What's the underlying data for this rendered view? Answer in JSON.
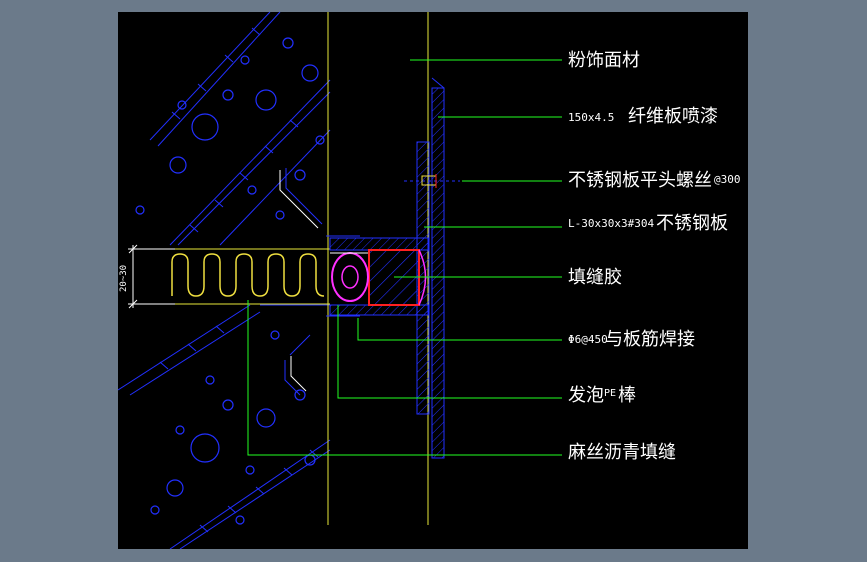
{
  "colors": {
    "background": "#6b7a8a",
    "canvas": "#000000",
    "hatch": "#2230ff",
    "centerline": "#e8e83a",
    "leader": "#22ff22",
    "text": "#ffffff",
    "sealant": "#ff2020",
    "pe_rod": "#ff30ff",
    "joint_filler": "#f0e040"
  },
  "labels": {
    "finish": "粉饰面材",
    "board_size": "150x4.5",
    "board": "纤维板喷漆",
    "screw": "不锈钢板平头螺丝",
    "screw_spacing": "@300",
    "angle_spec": "L-30x30x3#304",
    "angle": "不锈钢板",
    "sealant": "填缝胶",
    "weld_spec": "Φ6@450",
    "weld": "与板筋焊接",
    "pe_rod_a": "发泡",
    "pe_rod_b": "PE",
    "pe_rod_c": "棒",
    "hemp": "麻丝沥青填缝",
    "dimension": "20~30"
  }
}
